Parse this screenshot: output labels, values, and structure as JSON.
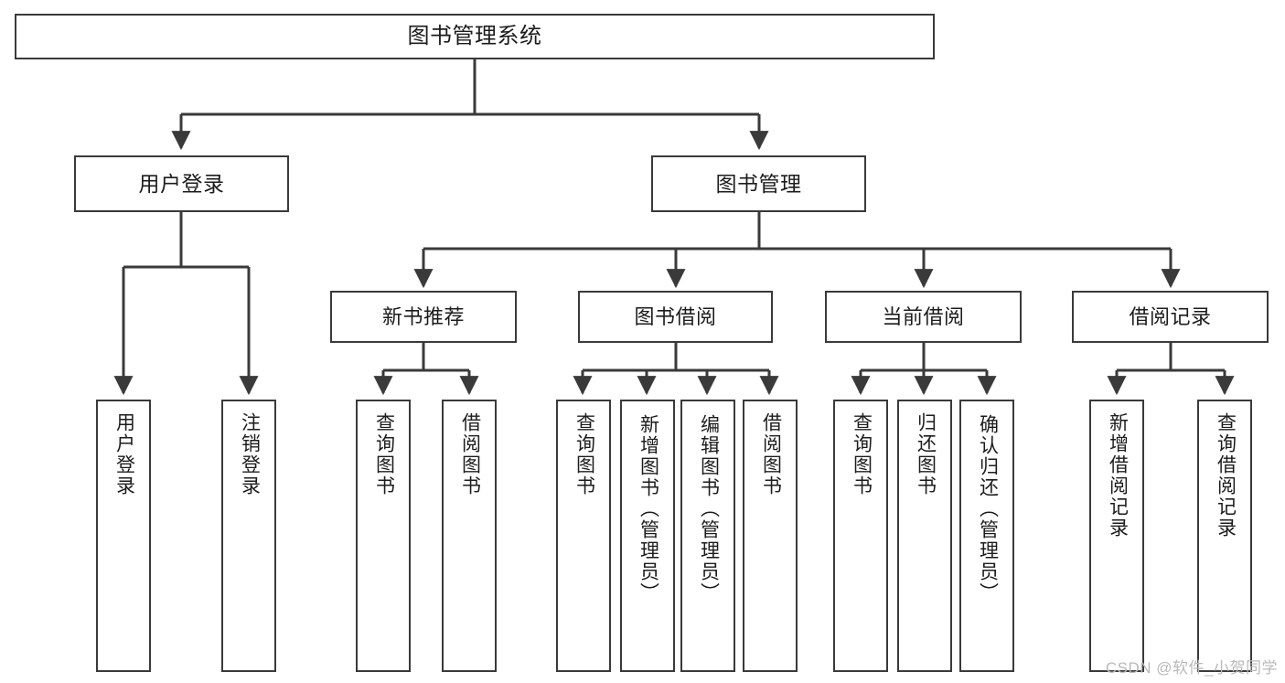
{
  "diagram": {
    "type": "tree",
    "title": "图书管理系统",
    "watermark": "CSDN @软件_小贺同学",
    "colors": {
      "stroke": "#3a3a3a",
      "fill": "#ffffff",
      "text": "#1c1c1c",
      "watermark": "#b9b9b9"
    },
    "nodes": {
      "root": {
        "label": "图书管理系统"
      },
      "level1": [
        {
          "id": "user-login",
          "label": "用户登录"
        },
        {
          "id": "book-management",
          "label": "图书管理"
        }
      ],
      "level2": [
        {
          "id": "new-book-recommend",
          "label": "新书推荐"
        },
        {
          "id": "book-borrow",
          "label": "图书借阅"
        },
        {
          "id": "current-borrow",
          "label": "当前借阅"
        },
        {
          "id": "borrow-record",
          "label": "借阅记录"
        }
      ],
      "leaves": [
        {
          "id": "leaf-user-login",
          "label": "用户登录",
          "parent": "user-login"
        },
        {
          "id": "leaf-logout-login",
          "label": "注销登录",
          "parent": "user-login"
        },
        {
          "id": "leaf-query-book-1",
          "label": "查询图书",
          "parent": "new-book-recommend"
        },
        {
          "id": "leaf-borrow-book-1",
          "label": "借阅图书",
          "parent": "new-book-recommend"
        },
        {
          "id": "leaf-query-book-2",
          "label": "查询图书",
          "parent": "book-borrow"
        },
        {
          "id": "leaf-add-book",
          "label": "新增图书（管理员）",
          "parent": "book-borrow"
        },
        {
          "id": "leaf-edit-book",
          "label": "编辑图书（管理员）",
          "parent": "book-borrow"
        },
        {
          "id": "leaf-borrow-book-2",
          "label": "借阅图书",
          "parent": "book-borrow"
        },
        {
          "id": "leaf-query-book-3",
          "label": "查询图书",
          "parent": "current-borrow"
        },
        {
          "id": "leaf-return-book",
          "label": "归还图书",
          "parent": "current-borrow"
        },
        {
          "id": "leaf-confirm-return",
          "label": "确认归还（管理员）",
          "parent": "current-borrow"
        },
        {
          "id": "leaf-add-record",
          "label": "新增借阅记录",
          "parent": "borrow-record"
        },
        {
          "id": "leaf-query-record",
          "label": "查询借阅记录",
          "parent": "borrow-record"
        }
      ]
    }
  }
}
